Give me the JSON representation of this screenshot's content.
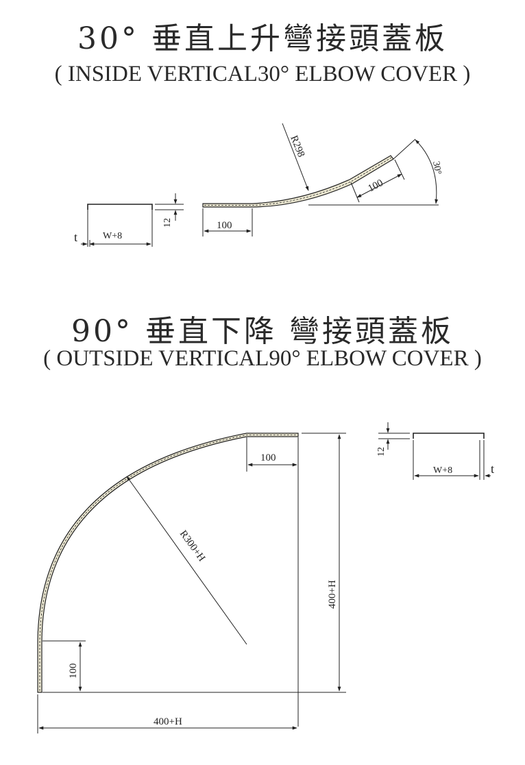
{
  "section1": {
    "title_cn": "30° 垂直上升彎接頭蓋板",
    "title_en": "( INSIDE  VERTICAL30° ELBOW COVER )",
    "labels": {
      "radius": "R298",
      "angle": "30°",
      "straight_right": "100",
      "straight_left": "100",
      "flange": "12",
      "width": "W+8",
      "thickness": "t"
    }
  },
  "section2": {
    "title_cn": "90° 垂直下降 彎接頭蓋板",
    "title_en": "( OUTSIDE  VERTICAL90° ELBOW COVER )",
    "labels": {
      "radius": "R300+H",
      "straight_top": "100",
      "straight_left": "100",
      "height": "400+H",
      "length": "400+H",
      "flange": "12",
      "width": "W+8",
      "thickness": "t"
    }
  }
}
